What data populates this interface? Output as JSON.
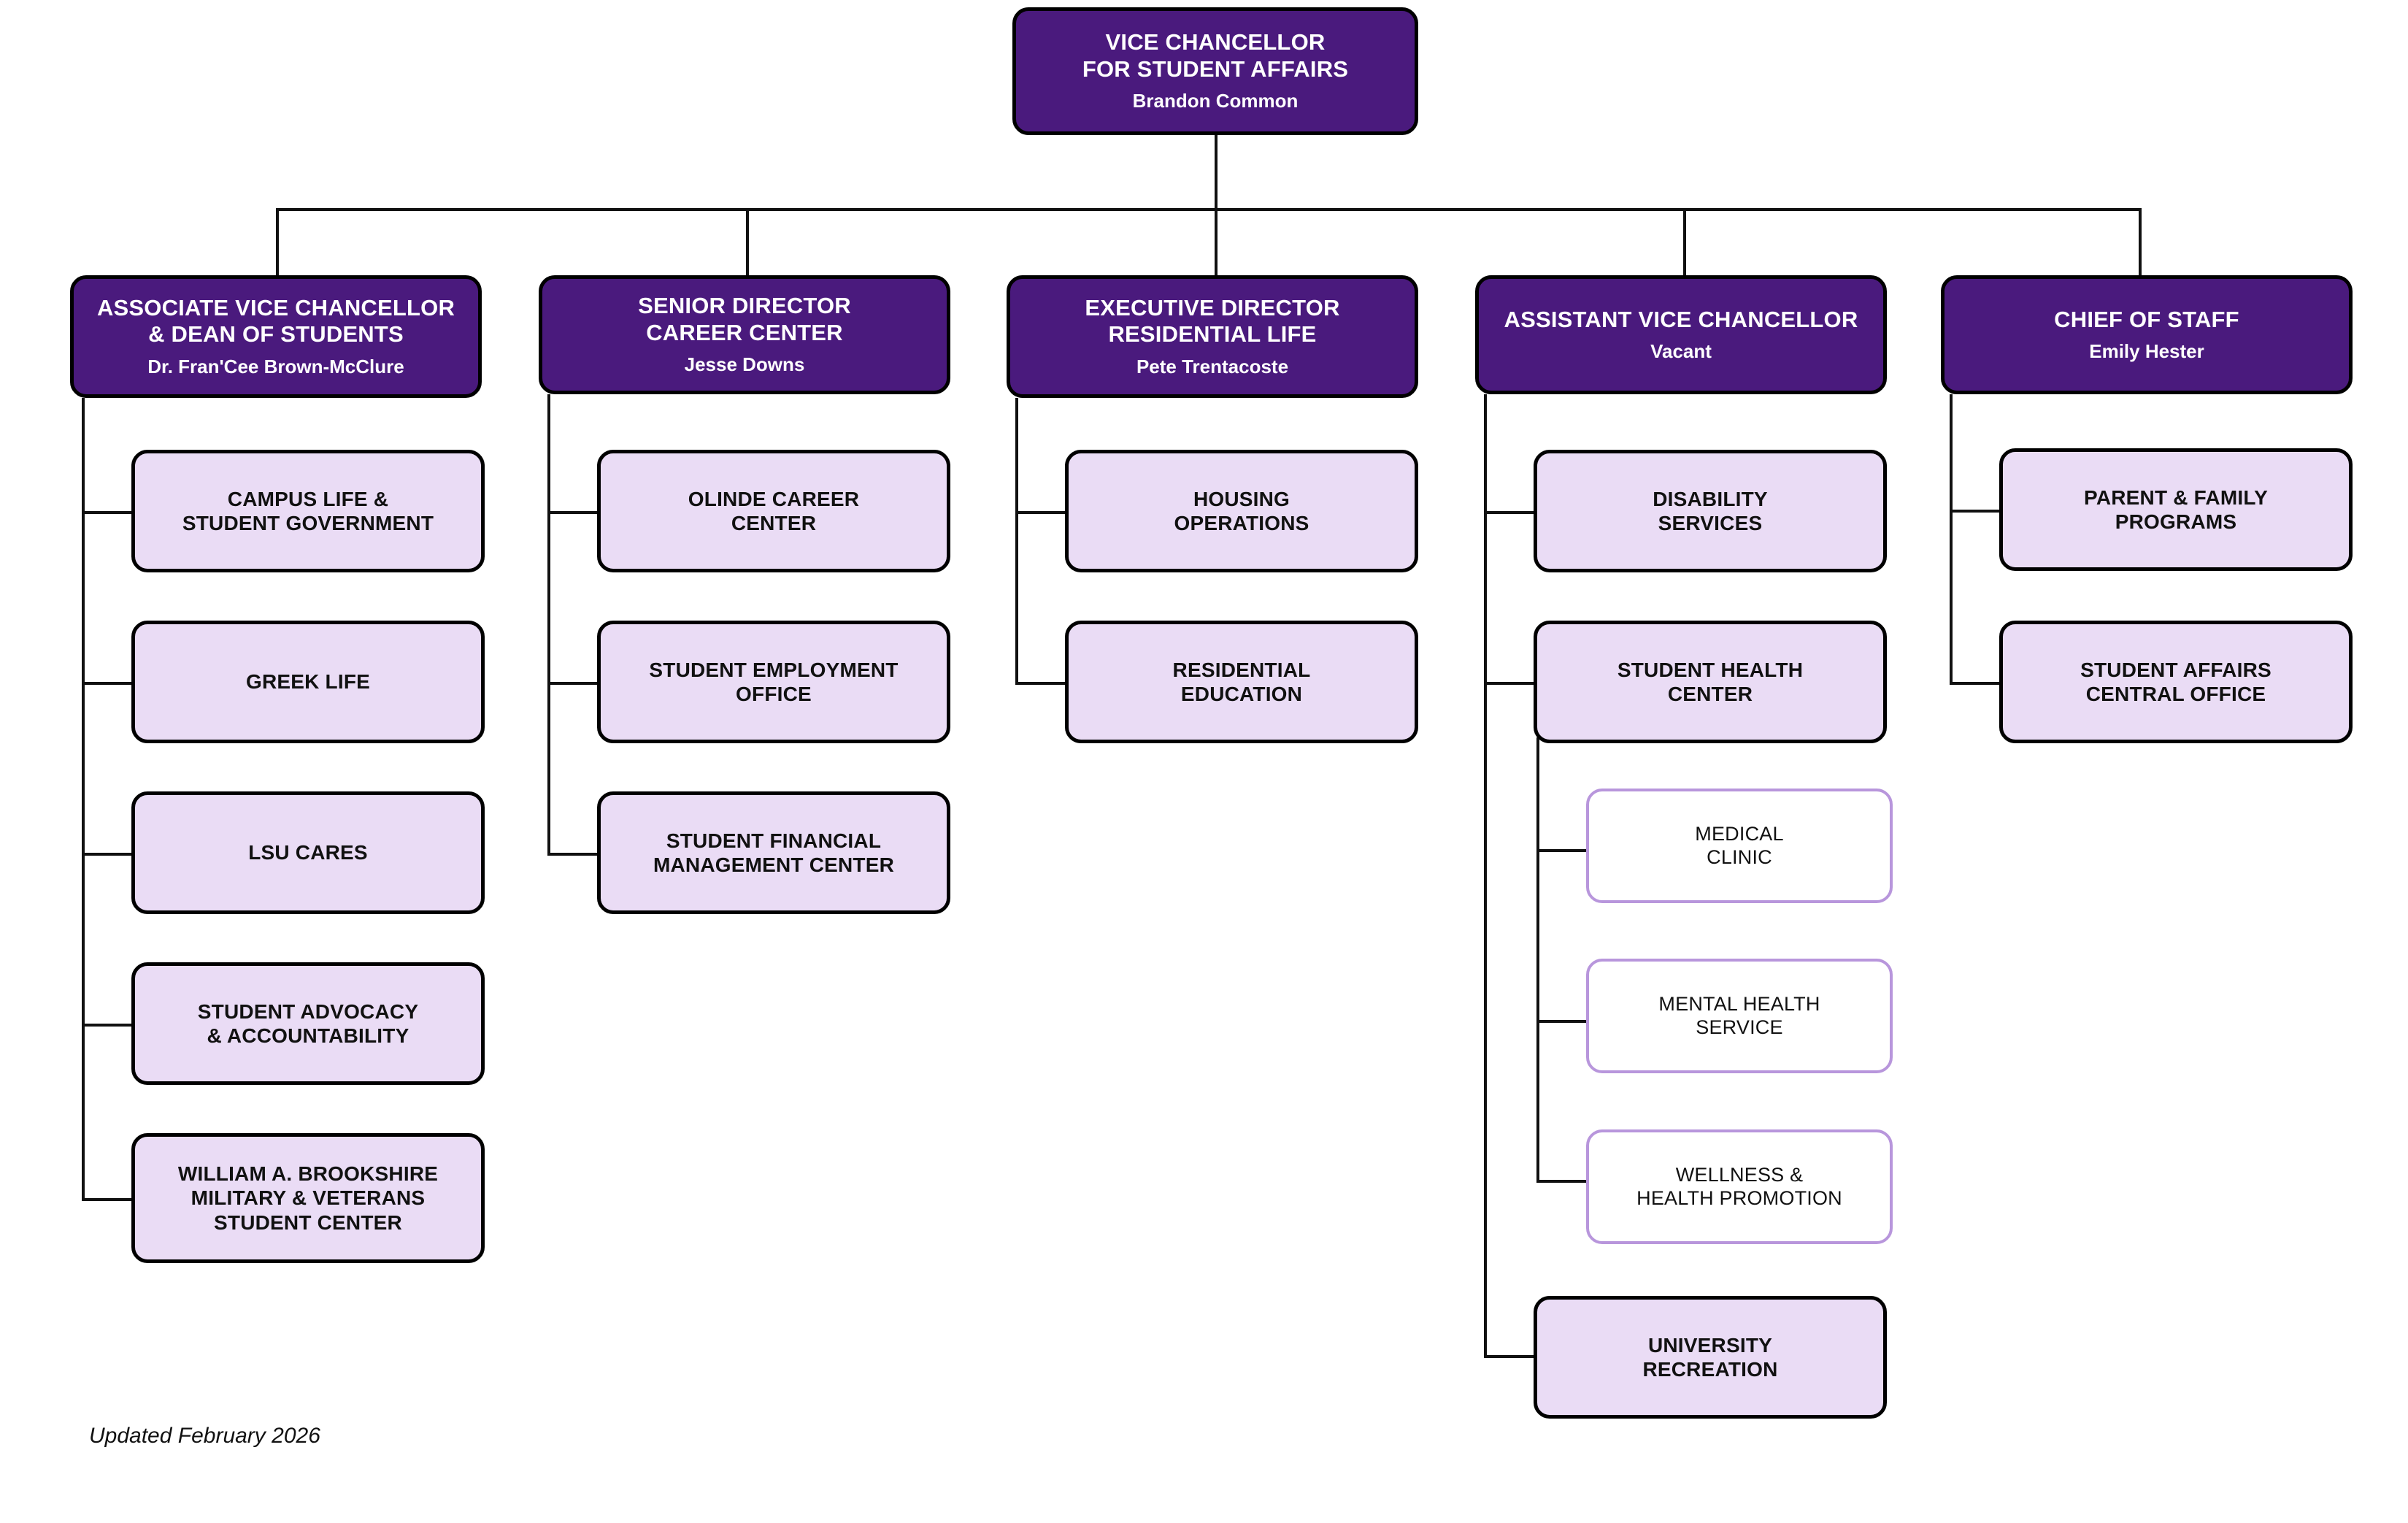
{
  "colors": {
    "exec_fill": "#4a1a7d",
    "exec_text": "#ffffff",
    "unit_fill": "#eadcf5",
    "sub_border": "#b896dc",
    "line": "#111111",
    "background": "#ffffff"
  },
  "root": {
    "title": "VICE CHANCELLOR\nFOR STUDENT AFFAIRS",
    "person": "Brandon Common"
  },
  "columns": [
    {
      "head": {
        "title": "ASSOCIATE VICE CHANCELLOR\n& DEAN OF STUDENTS",
        "person": "Dr. Fran'Cee Brown-McClure"
      },
      "children": [
        {
          "title": "CAMPUS LIFE &\nSTUDENT GOVERNMENT"
        },
        {
          "title": "GREEK LIFE"
        },
        {
          "title": "LSU CARES"
        },
        {
          "title": "STUDENT ADVOCACY\n& ACCOUNTABILITY"
        },
        {
          "title": "WILLIAM A. BROOKSHIRE\nMILITARY & VETERANS\nSTUDENT CENTER"
        }
      ]
    },
    {
      "head": {
        "title": "SENIOR DIRECTOR\nCAREER CENTER",
        "person": "Jesse Downs"
      },
      "children": [
        {
          "title": "OLINDE CAREER\nCENTER"
        },
        {
          "title": "STUDENT EMPLOYMENT\nOFFICE"
        },
        {
          "title": "STUDENT FINANCIAL\nMANAGEMENT CENTER"
        }
      ]
    },
    {
      "head": {
        "title": "EXECUTIVE DIRECTOR\nRESIDENTIAL LIFE",
        "person": "Pete Trentacoste"
      },
      "children": [
        {
          "title": "HOUSING\nOPERATIONS"
        },
        {
          "title": "RESIDENTIAL\nEDUCATION"
        }
      ]
    },
    {
      "head": {
        "title": "ASSISTANT VICE CHANCELLOR",
        "person": "Vacant"
      },
      "children": [
        {
          "title": "DISABILITY\nSERVICES"
        },
        {
          "title": "STUDENT HEALTH\nCENTER",
          "children": [
            {
              "title": "MEDICAL\nCLINIC"
            },
            {
              "title": "MENTAL HEALTH\nSERVICE"
            },
            {
              "title": "WELLNESS &\nHEALTH PROMOTION"
            }
          ]
        },
        {
          "title": "UNIVERSITY\nRECREATION"
        }
      ]
    },
    {
      "head": {
        "title": "CHIEF OF STAFF",
        "person": "Emily Hester"
      },
      "children": [
        {
          "title": "PARENT & FAMILY\nPROGRAMS"
        },
        {
          "title": "STUDENT AFFAIRS\nCENTRAL OFFICE"
        }
      ]
    }
  ],
  "footer": {
    "updated": "Updated February 2026"
  }
}
